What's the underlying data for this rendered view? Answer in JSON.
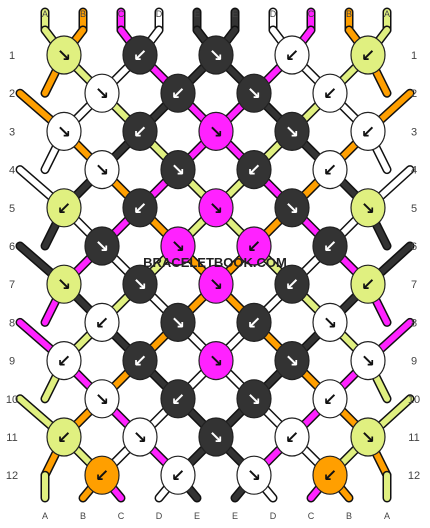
{
  "colors": {
    "A": "#e0f080",
    "B": "#ff9f00",
    "C": "#ff22ff",
    "D": "#ffffff",
    "E": "#333333"
  },
  "top_strings": [
    "A",
    "B",
    "C",
    "D",
    "E",
    "E",
    "D",
    "C",
    "B",
    "A"
  ],
  "bottom_strings": [
    "A",
    "B",
    "C",
    "D",
    "E",
    "E",
    "D",
    "C",
    "B",
    "A"
  ],
  "row_numbers": [
    "1",
    "2",
    "3",
    "4",
    "5",
    "6",
    "7",
    "8",
    "9",
    "10",
    "11",
    "12"
  ],
  "watermark": "BRACELETBOOK.COM",
  "knot_rows": [
    {
      "row": "1",
      "knots": [
        {
          "color": "A",
          "arrow": "↘"
        },
        {
          "color": "E",
          "arrow": "↙"
        },
        {
          "color": "E",
          "arrow": "↘"
        },
        {
          "color": "D",
          "arrow": "↙"
        },
        {
          "color": "A",
          "arrow": "↙"
        }
      ]
    },
    {
      "row": "2",
      "knots": [
        {
          "color": "D",
          "arrow": "↘"
        },
        {
          "color": "E",
          "arrow": "↙"
        },
        {
          "color": "E",
          "arrow": "↘"
        },
        {
          "color": "D",
          "arrow": "↙"
        }
      ]
    },
    {
      "row": "3",
      "knots": [
        {
          "color": "D",
          "arrow": "↘"
        },
        {
          "color": "E",
          "arrow": "↙"
        },
        {
          "color": "C",
          "arrow": "↘"
        },
        {
          "color": "E",
          "arrow": "↘"
        },
        {
          "color": "D",
          "arrow": "↙"
        }
      ]
    },
    {
      "row": "4",
      "knots": [
        {
          "color": "D",
          "arrow": "↘"
        },
        {
          "color": "E",
          "arrow": "↘"
        },
        {
          "color": "E",
          "arrow": "↙"
        },
        {
          "color": "D",
          "arrow": "↙"
        }
      ]
    },
    {
      "row": "5",
      "knots": [
        {
          "color": "A",
          "arrow": "↙"
        },
        {
          "color": "E",
          "arrow": "↙"
        },
        {
          "color": "C",
          "arrow": "↘"
        },
        {
          "color": "E",
          "arrow": "↘"
        },
        {
          "color": "A",
          "arrow": "↘"
        }
      ]
    },
    {
      "row": "6",
      "knots": [
        {
          "color": "E",
          "arrow": "↘"
        },
        {
          "color": "C",
          "arrow": "↘"
        },
        {
          "color": "C",
          "arrow": "↙"
        },
        {
          "color": "E",
          "arrow": "↙"
        }
      ]
    },
    {
      "row": "7",
      "knots": [
        {
          "color": "A",
          "arrow": "↘"
        },
        {
          "color": "E",
          "arrow": "↘"
        },
        {
          "color": "C",
          "arrow": "↘"
        },
        {
          "color": "E",
          "arrow": "↙"
        },
        {
          "color": "A",
          "arrow": "↙"
        }
      ]
    },
    {
      "row": "8",
      "knots": [
        {
          "color": "D",
          "arrow": "↙"
        },
        {
          "color": "E",
          "arrow": "↘"
        },
        {
          "color": "E",
          "arrow": "↙"
        },
        {
          "color": "D",
          "arrow": "↘"
        }
      ]
    },
    {
      "row": "9",
      "knots": [
        {
          "color": "D",
          "arrow": "↙"
        },
        {
          "color": "E",
          "arrow": "↙"
        },
        {
          "color": "C",
          "arrow": "↘"
        },
        {
          "color": "E",
          "arrow": "↘"
        },
        {
          "color": "D",
          "arrow": "↘"
        }
      ]
    },
    {
      "row": "10",
      "knots": [
        {
          "color": "D",
          "arrow": "↘"
        },
        {
          "color": "E",
          "arrow": "↙"
        },
        {
          "color": "E",
          "arrow": "↘"
        },
        {
          "color": "D",
          "arrow": "↙"
        }
      ]
    },
    {
      "row": "11",
      "knots": [
        {
          "color": "A",
          "arrow": "↙"
        },
        {
          "color": "D",
          "arrow": "↘"
        },
        {
          "color": "E",
          "arrow": "↘"
        },
        {
          "color": "D",
          "arrow": "↙"
        },
        {
          "color": "A",
          "arrow": "↘"
        }
      ]
    },
    {
      "row": "12",
      "knots": [
        {
          "color": "B",
          "arrow": "↙"
        },
        {
          "color": "D",
          "arrow": "↙"
        },
        {
          "color": "D",
          "arrow": "↘"
        },
        {
          "color": "B",
          "arrow": "↙"
        }
      ]
    }
  ]
}
